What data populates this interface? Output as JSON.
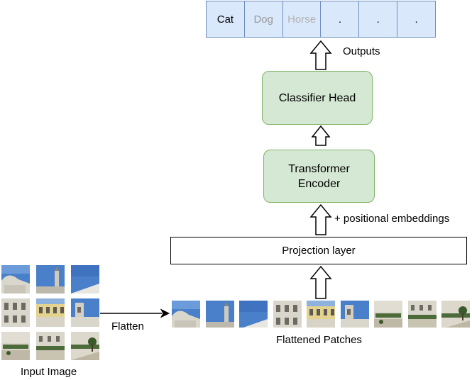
{
  "outputs": {
    "classes": [
      {
        "label": "Cat",
        "color": "#000000"
      },
      {
        "label": "Dog",
        "color": "#999999"
      },
      {
        "label": "Horse",
        "color": "#b3b3b3"
      },
      {
        "label": ".",
        "color": "#000000"
      },
      {
        "label": ".",
        "color": "#000000"
      },
      {
        "label": ".",
        "color": "#000000"
      }
    ],
    "label": "Outputs"
  },
  "classifier_head": {
    "label": "Classifier Head"
  },
  "transformer_encoder": {
    "line1": "Transformer",
    "line2": "Encoder"
  },
  "positional_embeddings": {
    "label": "+ positional embeddings"
  },
  "projection_layer": {
    "label": "Projection layer"
  },
  "flattened_patches": {
    "label": "Flattened Patches"
  },
  "input_image": {
    "label": "Input Image"
  },
  "flatten": {
    "label": "Flatten"
  },
  "colors": {
    "output_fill": "#dae8fc",
    "output_border": "#6c8ebf",
    "box_fill": "#d5e8d4",
    "box_border": "#82b366",
    "sky": "#4a7fc9",
    "building": "#d9d6cc"
  },
  "patches": [
    {
      "kind": "dome-sky"
    },
    {
      "kind": "tower-sky"
    },
    {
      "kind": "sky"
    },
    {
      "kind": "facade"
    },
    {
      "kind": "facade-yellow"
    },
    {
      "kind": "facade-tower"
    },
    {
      "kind": "garden"
    },
    {
      "kind": "garden-facade"
    },
    {
      "kind": "garden-tree"
    }
  ]
}
